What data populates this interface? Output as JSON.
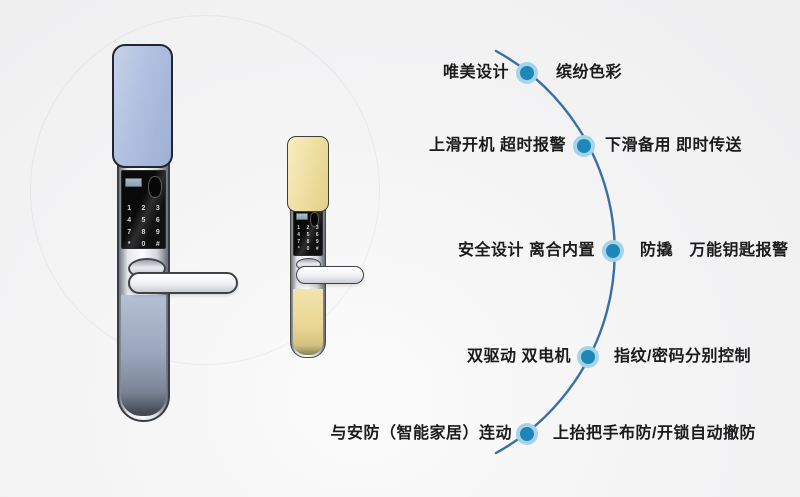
{
  "page": {
    "background_color": "#f2f2f3",
    "description": "smart door lock product feature diagram"
  },
  "locks": {
    "silver": {
      "label": "silver-blue smart lock",
      "cover_color": "#b0c0e0",
      "body_color": "#98a5bb"
    },
    "gold": {
      "label": "gold smart lock",
      "cover_color": "#eedfa2",
      "body_color": "#e9d795"
    }
  },
  "keypad": {
    "keys": [
      "1",
      "2",
      "3",
      "4",
      "5",
      "6",
      "7",
      "8",
      "9",
      "*",
      "0",
      "#"
    ]
  },
  "features": {
    "line_color": "#3a6fa5",
    "dot_color": "#1e86b8",
    "dot_halo_color": "#a5d4e8",
    "rows": [
      {
        "left": "唯美设计",
        "right": "缤纷色彩"
      },
      {
        "left": "上滑开机 超时报警",
        "right": "下滑备用 即时传送"
      },
      {
        "left": "安全设计 离合内置",
        "right": "防撬　万能钥匙报警"
      },
      {
        "left": "双驱动 双电机",
        "right": "指纹/密码分别控制"
      },
      {
        "left": "与安防（智能家居）连动",
        "right": "上抬把手布防/开锁自动撤防"
      }
    ]
  }
}
